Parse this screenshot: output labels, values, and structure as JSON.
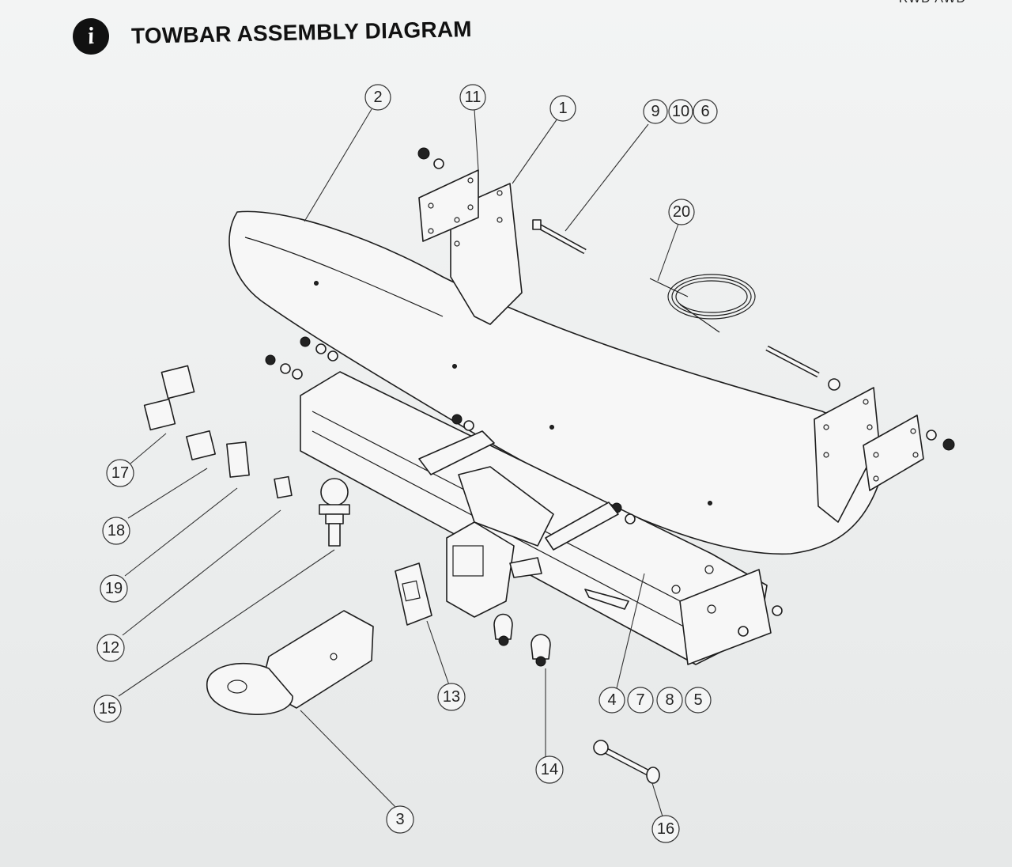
{
  "header": {
    "info_icon": "info-icon",
    "title": "TOWBAR ASSEMBLY DIAGRAM",
    "corner_text": "RWD AWD"
  },
  "callouts": [
    {
      "label": "2"
    },
    {
      "label": "11"
    },
    {
      "label": "1"
    },
    {
      "label": "9"
    },
    {
      "label": "10"
    },
    {
      "label": "6"
    },
    {
      "label": "20"
    },
    {
      "label": "17"
    },
    {
      "label": "18"
    },
    {
      "label": "19"
    },
    {
      "label": "12"
    },
    {
      "label": "15"
    },
    {
      "label": "13"
    },
    {
      "label": "3"
    },
    {
      "label": "14"
    },
    {
      "label": "4"
    },
    {
      "label": "7"
    },
    {
      "label": "8"
    },
    {
      "label": "5"
    },
    {
      "label": "16"
    }
  ]
}
